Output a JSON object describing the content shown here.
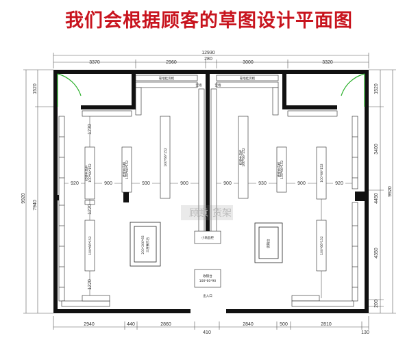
{
  "title": "我们会根据顾客的草图设计平面图",
  "colors": {
    "title": "#c8141e",
    "wall": "#111111",
    "door": "#2bb02b",
    "shelf_fill": "#ffffff",
    "dim_line": "#555555"
  },
  "dimensions": {
    "total_width": "12930",
    "top": [
      "3370",
      "2960",
      "3000",
      "3320"
    ],
    "center": "280",
    "bottom": [
      "2940",
      "440",
      "2860",
      "410",
      "2840",
      "500",
      "2810",
      "130"
    ],
    "left_outer": "9920",
    "left_inner": [
      "1520",
      "7940"
    ],
    "right": [
      "1520",
      "3400",
      "4450",
      "4350",
      "200"
    ],
    "right_total": "9920",
    "aisle_widths_left": [
      "920",
      "900",
      "930",
      "900"
    ],
    "aisle_widths_right": [
      "900",
      "930",
      "900",
      "920"
    ],
    "vertical_gaps": [
      "1230",
      "1220",
      "1220"
    ]
  },
  "labels": {
    "shelf_text": "挂壁中岛柜",
    "shelf_size": "100*66*152",
    "wall_shelf": "单面挂货柜",
    "wall_shelf_corner": "靠墙挂货柜",
    "end_cap": "中间挂柜",
    "display_left": "200*200*65",
    "display_left_sub": "三层展示台",
    "display_right": "促销台",
    "center_small": "小商品柜",
    "cashier": "收银台",
    "cashier_sub": "100*60*90",
    "entrance": "出入口",
    "door_text": "空墙"
  },
  "watermark": {
    "text1": "顾意",
    "text2": "货架"
  }
}
